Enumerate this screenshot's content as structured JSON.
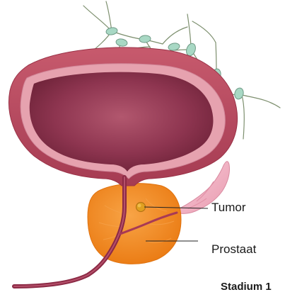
{
  "labels": {
    "tumor": "Tumor",
    "prostate": "Prostaat",
    "stage": "Stadium 1"
  },
  "colors": {
    "bladder_outer": "#b84a5e",
    "bladder_inner": "#7e2a40",
    "bladder_wall": "#e8a9b4",
    "prostate": "#f08b1c",
    "prostate_dark": "#e57710",
    "urethra": "#8c2a45",
    "seminal_vesicle": "#f4b7c8",
    "lymph_node": "#a8d8c4",
    "lymph_vessel": "#7d8f6e",
    "tumor": "#e0a020"
  }
}
